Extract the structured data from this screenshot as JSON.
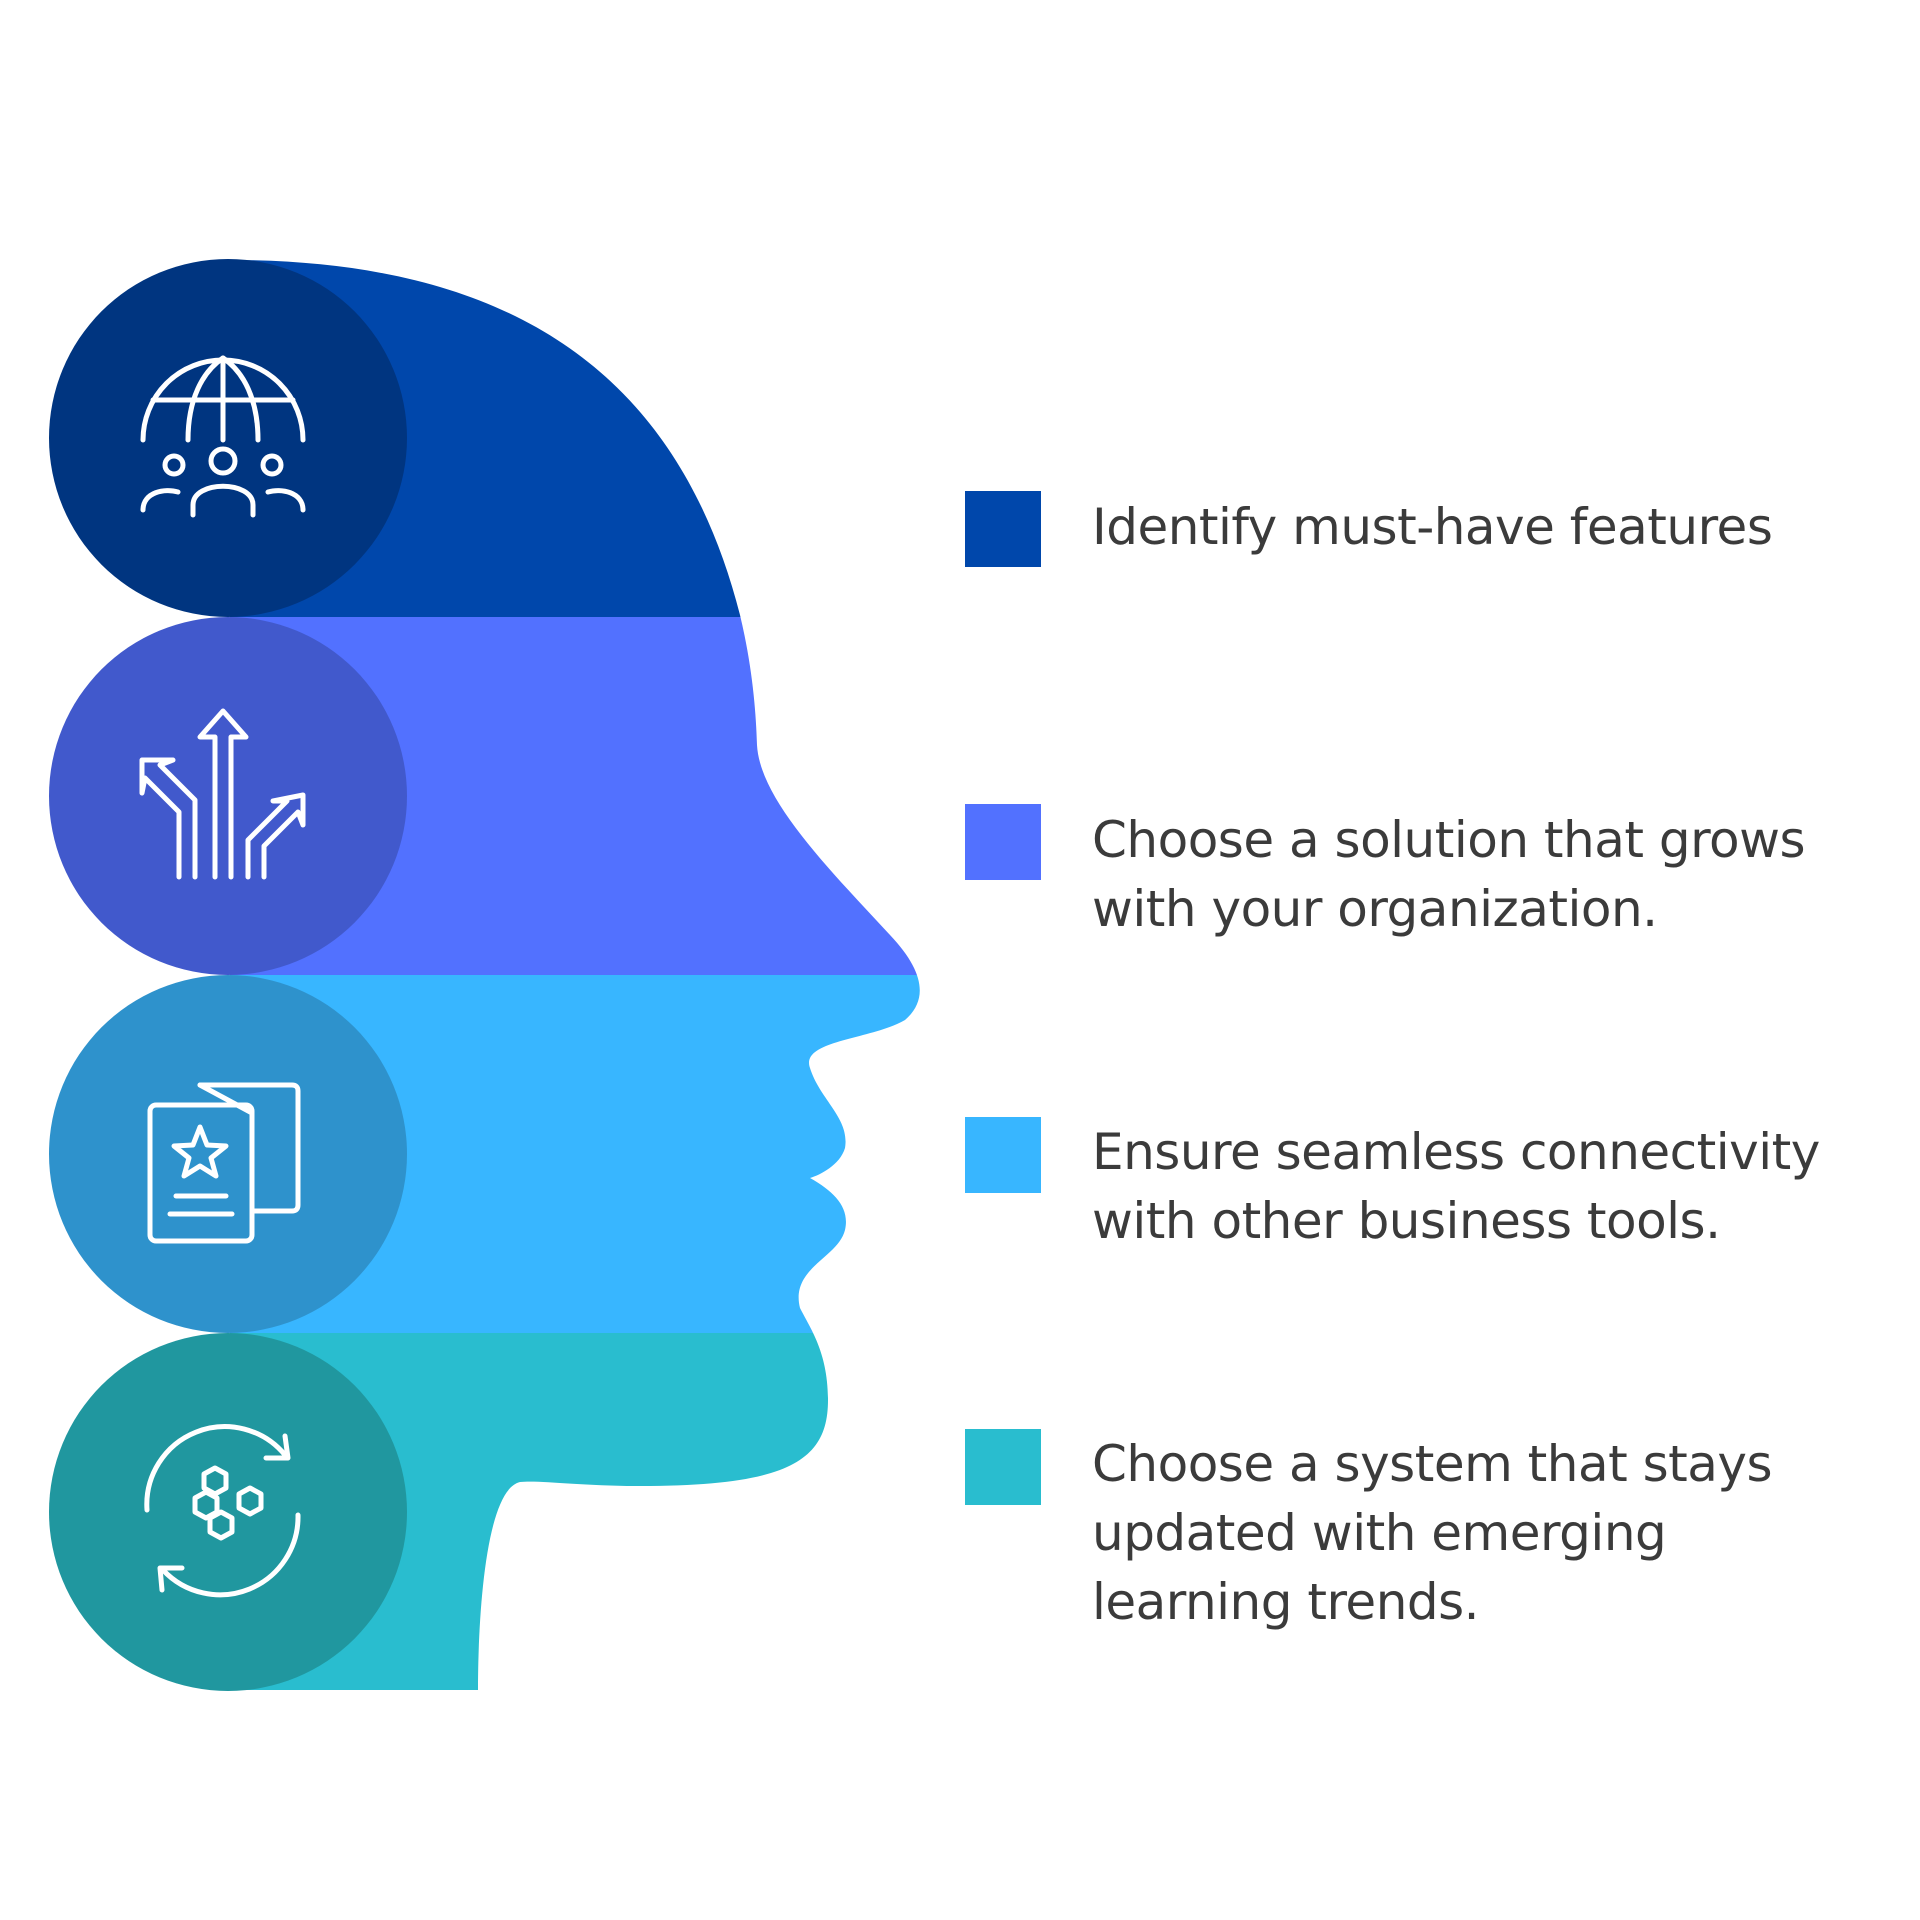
{
  "colors": {
    "band_1": "#0047ab",
    "band_2": "#5271ff",
    "band_3": "#38b6ff",
    "band_4": "#29bdcf",
    "circle_1": "#003580",
    "circle_2": "#4159cc",
    "circle_3": "#2e92cc",
    "circle_4": "#20979f",
    "text": "#3b3b3b",
    "icon_stroke": "#ffffff"
  },
  "steps": [
    {
      "icon": "globe-people-icon",
      "label": "Identify must-have features"
    },
    {
      "icon": "growth-arrows-icon",
      "label": "Choose a solution that grows\nwith your organization."
    },
    {
      "icon": "documents-star-icon",
      "label": "Ensure seamless connectivity\nwith other business tools."
    },
    {
      "icon": "hexagons-refresh-icon",
      "label": "Choose a system that stays\nupdated with emerging\nlearning trends."
    }
  ]
}
